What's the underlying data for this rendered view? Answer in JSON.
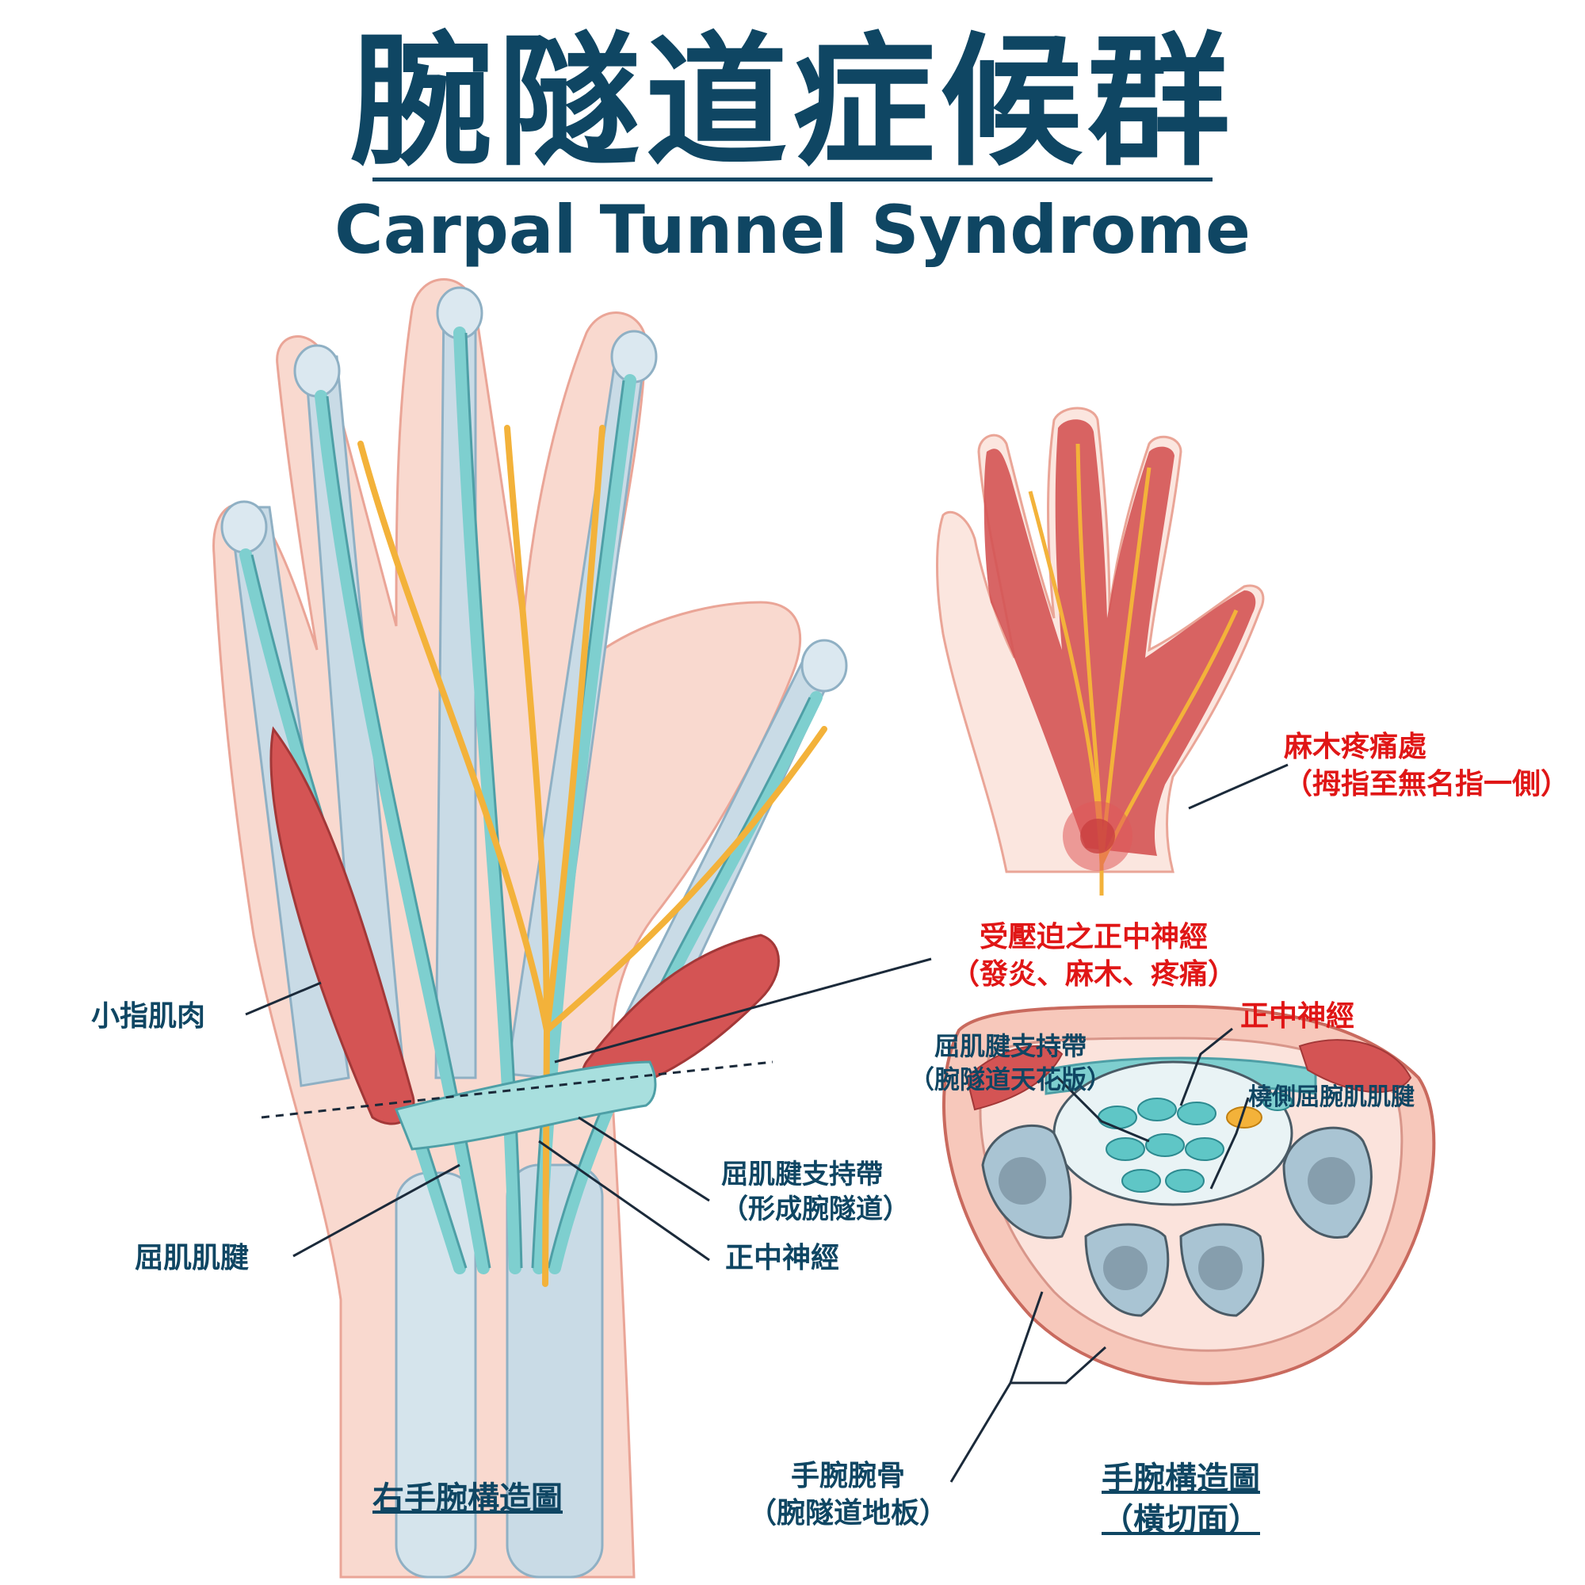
{
  "title": {
    "zh": "腕隧道症候群",
    "en": "Carpal Tunnel Syndrome"
  },
  "labels": {
    "numb_area": {
      "line1": "麻木疼痛處",
      "line2": "（拇指至無名指一側）"
    },
    "compressed_nerve": {
      "line1": "受壓迫之正中神經",
      "line2": "（發炎、麻木、疼痛）"
    },
    "median_nerve_red": "正中神經",
    "retinaculum_ceiling": {
      "line1": "屈肌腱支持帶",
      "line2": "（腕隧道天花版）"
    },
    "radial_flexor": "橈側屈腕肌肌腱",
    "little_finger_muscle": "小指肌肉",
    "retinaculum_tunnel": {
      "line1": "屈肌腱支持帶",
      "line2": "（形成腕隧道）"
    },
    "median_nerve": "正中神經",
    "flexor_tendon": "屈肌肌腱",
    "carpal_bones": {
      "line1": "手腕腕骨",
      "line2": "（腕隧道地板）"
    },
    "right_wrist_caption": "右手腕構造圖",
    "cross_section_caption": {
      "line1": "手腕構造圖",
      "line2": "（橫切面）"
    }
  },
  "colors": {
    "title": "#0f4663",
    "highlight": "#e01616",
    "skin": "#f9d9cf",
    "muscle": "#d45454",
    "tendon": "#7ecfcf",
    "nerve": "#f3b23a",
    "bone": "#c9dbe6"
  }
}
